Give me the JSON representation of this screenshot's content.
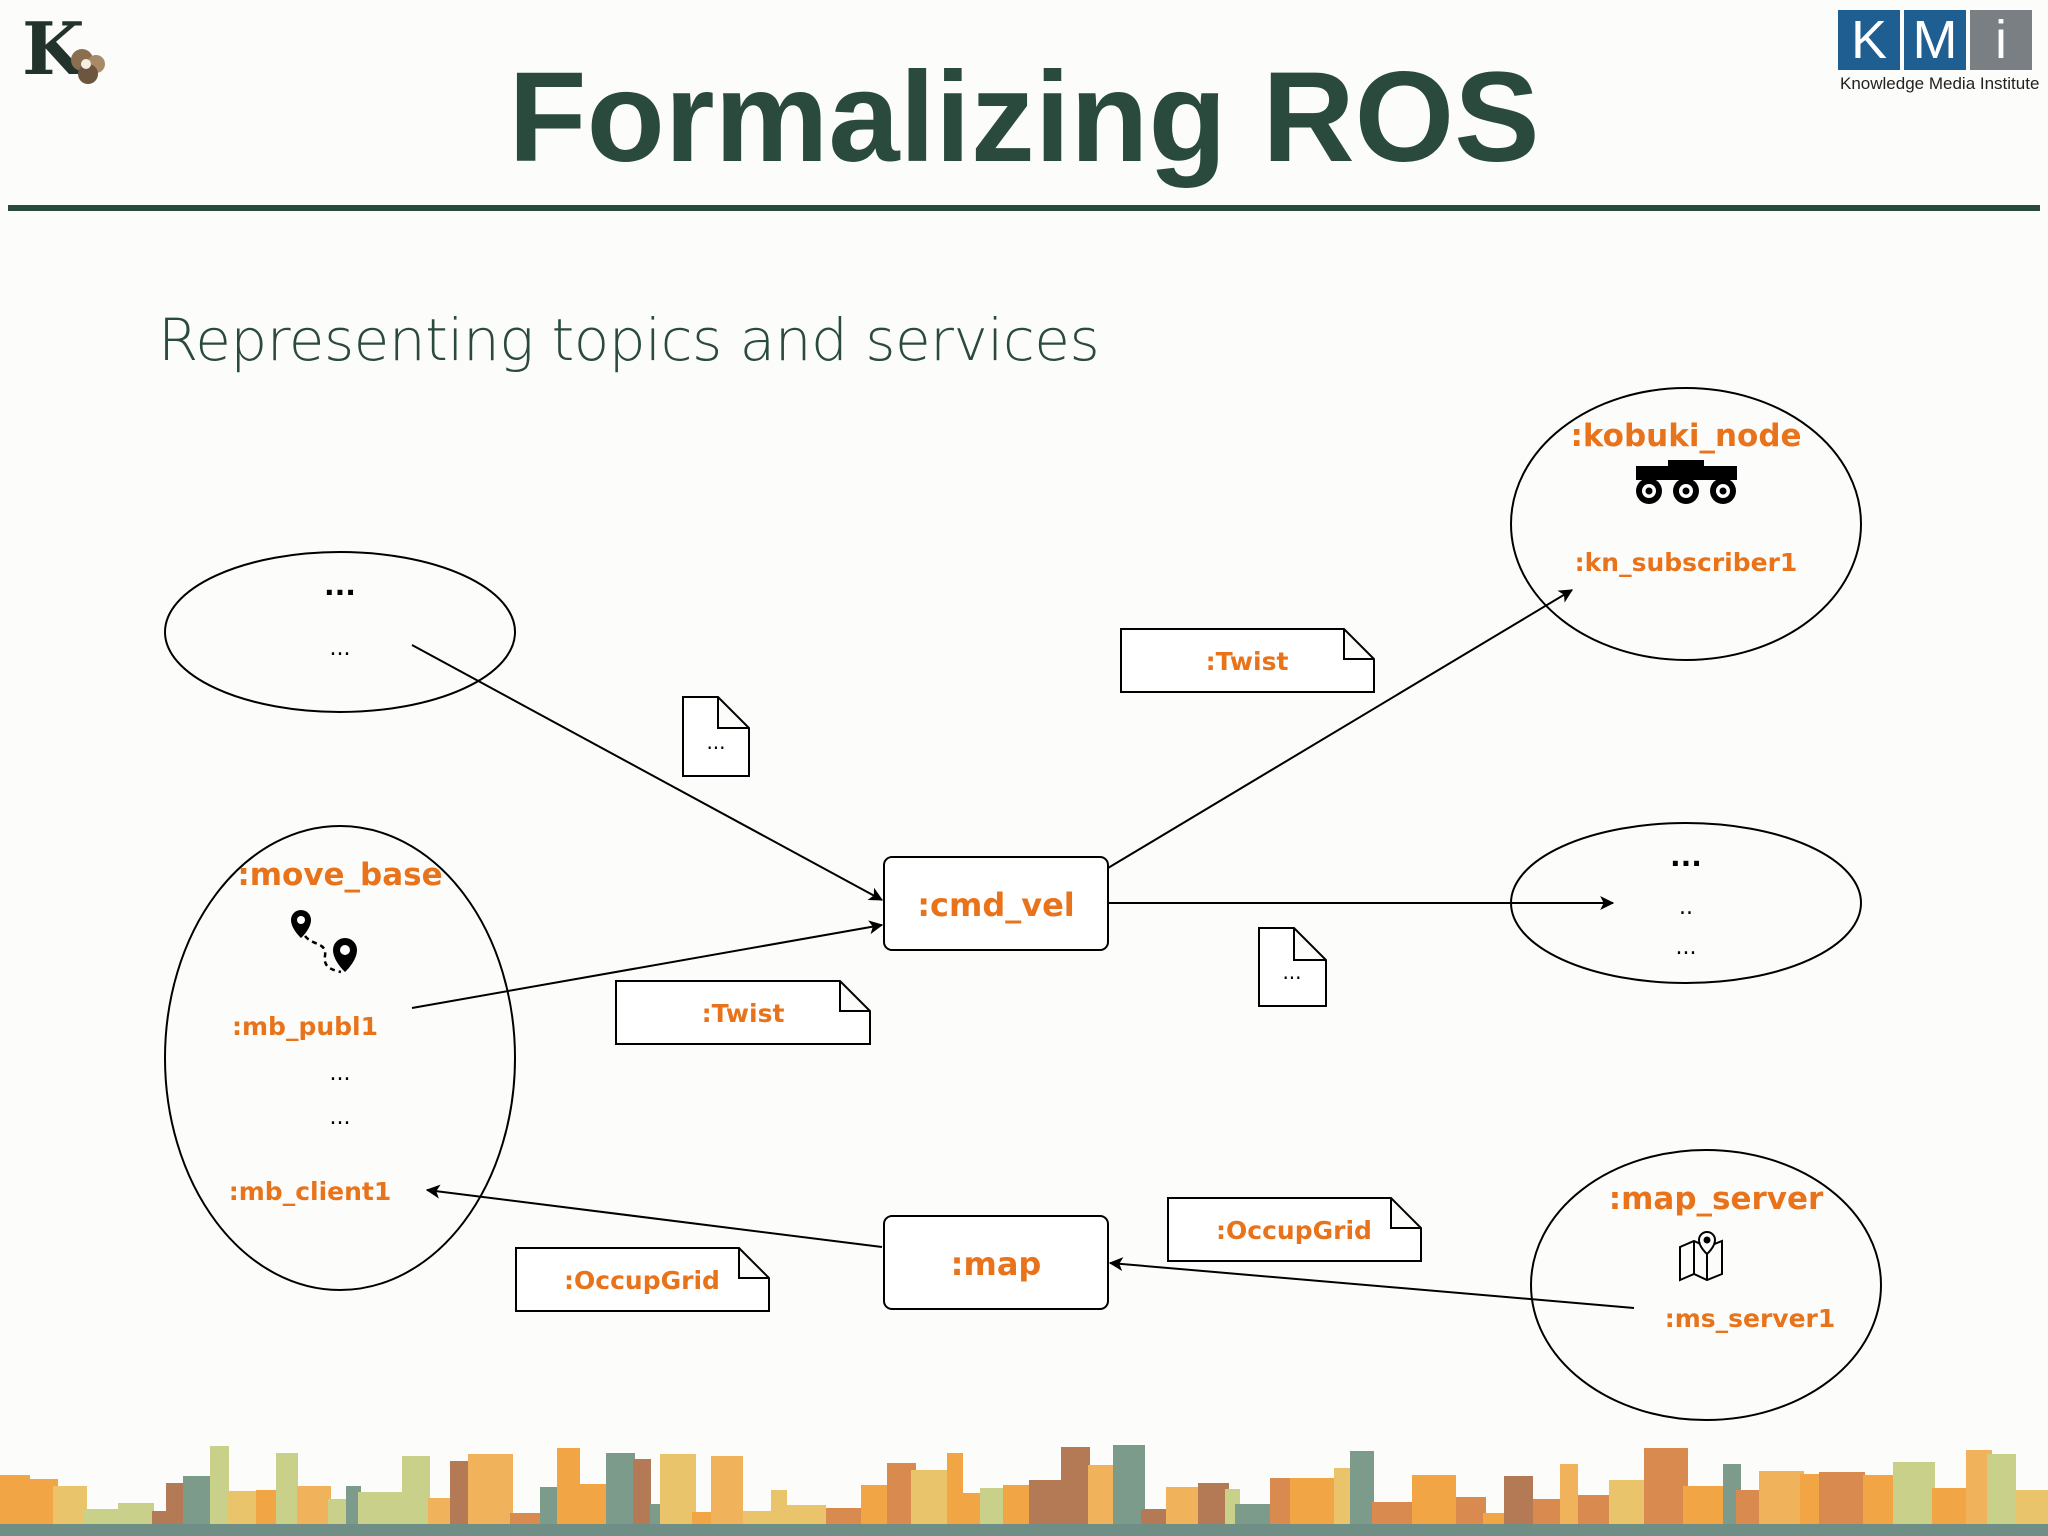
{
  "slide": {
    "title": "Formalizing ROS",
    "subtitle": "Representing topics and services"
  },
  "logos": {
    "kmi_letters": [
      "K",
      "M",
      "i"
    ],
    "kmi_caption": "Knowledge Media Institute"
  },
  "colors": {
    "title": "#2a4a3e",
    "label": "#e8731a",
    "kmi_blue": "#1f5e91",
    "kmi_gray": "#7a7f84"
  },
  "diagram": {
    "nodes": {
      "unknown_top_left": {
        "title": "...",
        "item": "..."
      },
      "move_base": {
        "title": ":move_base",
        "icon": "route-pins-icon",
        "publisher": ":mb_publ1",
        "dots1": "...",
        "dots2": "...",
        "client": ":mb_client1"
      },
      "kobuki_node": {
        "title": ":kobuki_node",
        "icon": "robot-base-icon",
        "subscriber": ":kn_subscriber1"
      },
      "unknown_right": {
        "title": "...",
        "item1": "..",
        "item2": "..."
      },
      "map_server": {
        "title": ":map_server",
        "icon": "folded-map-icon",
        "server": ":ms_server1"
      }
    },
    "topics": {
      "cmd_vel": ":cmd_vel",
      "map": ":map"
    },
    "messages": {
      "unknown_msg_left": "...",
      "twist_top": ":Twist",
      "unknown_msg_right": "...",
      "twist_bottom": ":Twist",
      "occupgrid_right": ":OccupGrid",
      "occupgrid_left": ":OccupGrid"
    }
  }
}
